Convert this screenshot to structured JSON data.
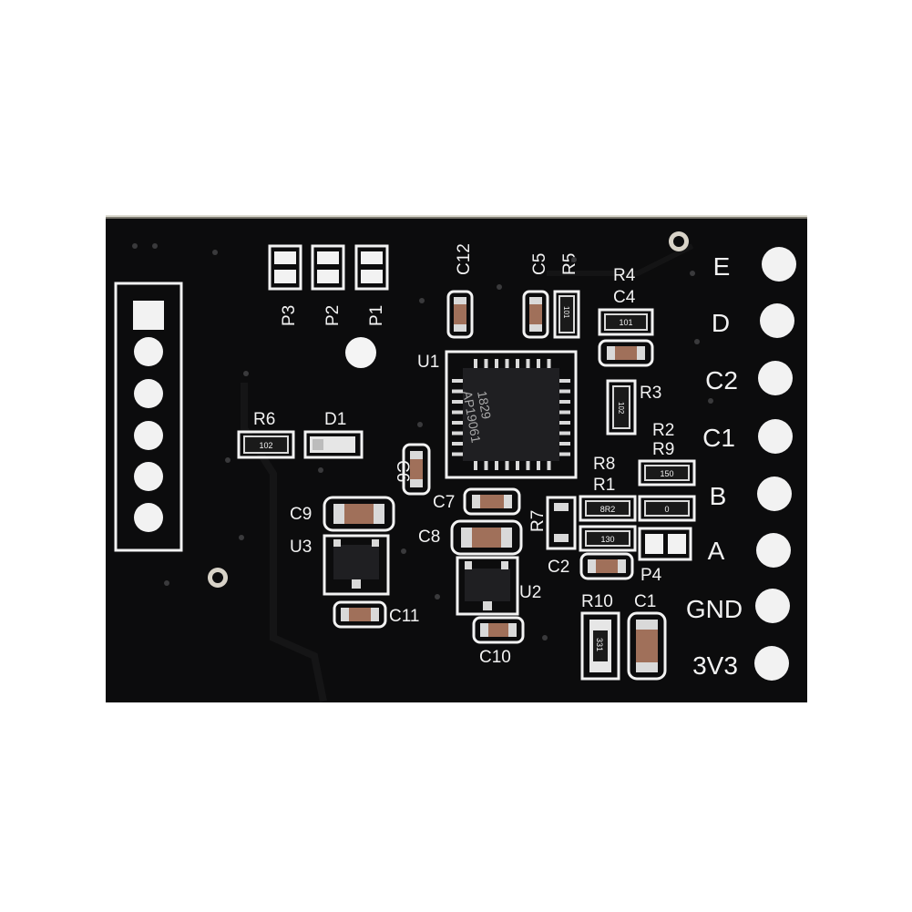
{
  "board": {
    "chip_code": "1829",
    "chip_name": "AP19061",
    "pin_labels": [
      "E",
      "D",
      "C2",
      "C1",
      "B",
      "A",
      "GND",
      "3V3"
    ],
    "refs": {
      "u1": "U1",
      "u2": "U2",
      "u3": "U3",
      "c1": "C1",
      "c2": "C2",
      "c4": "C4",
      "c5": "C5",
      "c6": "C6",
      "c7": "C7",
      "c8": "C8",
      "c9": "C9",
      "c10": "C10",
      "c11": "C11",
      "c12": "C12",
      "r1": "R1",
      "r2": "R2",
      "r3": "R3",
      "r4": "R4",
      "r5": "R5",
      "r6": "R6",
      "r7": "R7",
      "r8": "R8",
      "r9": "R9",
      "r10": "R10",
      "d1": "D1",
      "p1": "P1",
      "p2": "P2",
      "p3": "P3",
      "p4": "P4"
    },
    "resistor_codes": {
      "r6": "102",
      "r4": "101",
      "r5": "101",
      "r3": "102",
      "r9": "150",
      "r1": "8R2",
      "r2": "0",
      "r8": "130",
      "r10": "331"
    }
  },
  "colors": {
    "background": "#ffffff",
    "pcb": "#0c0c0d",
    "silkscreen": "#f2f2f2",
    "pad": "#d9d9d9",
    "capacitor": "#a0705a",
    "resistor": "#1a1a1a",
    "ic": "#1f1f22"
  }
}
